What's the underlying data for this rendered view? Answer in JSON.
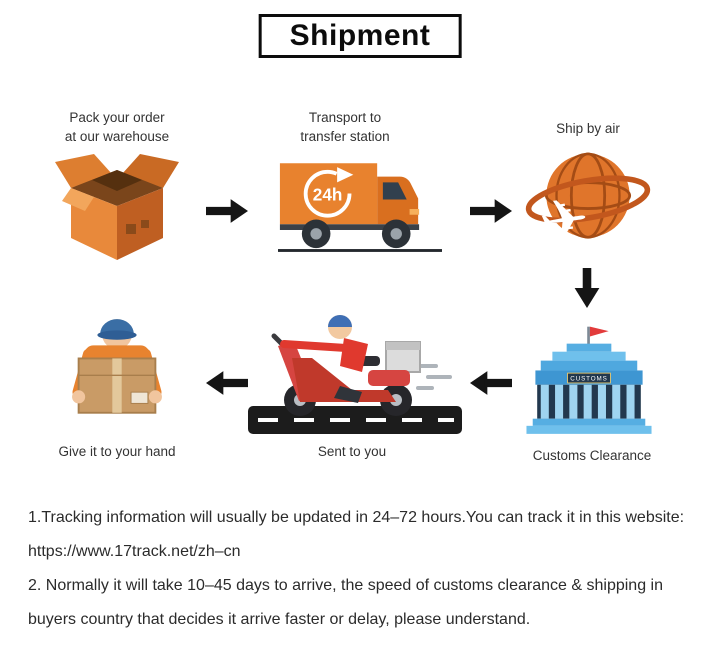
{
  "title": "Shipment",
  "steps": {
    "pack": {
      "label": "Pack your order\nat our warehouse"
    },
    "transport": {
      "label": "Transport to\ntransfer station",
      "badge": "24h"
    },
    "air": {
      "label": "Ship by air"
    },
    "customs": {
      "label": "Customs Clearance",
      "sign": "CUSTOMS"
    },
    "sent": {
      "label": "Sent to you"
    },
    "hand": {
      "label": "Give it to your hand"
    }
  },
  "icons": {
    "airplane": "✈"
  },
  "notes": {
    "line1": "1.Tracking information will usually be updated in 24–72 hours.You can track it in this website:",
    "line2": "https://www.17track.net/zh–cn",
    "line3": "2. Normally it will take 10–45 days to arrive, the speed of customs clearance & shipping in",
    "line4": "buyers country that decides it arrive faster or delay, please understand."
  },
  "colors": {
    "accent_orange": "#E8822E",
    "building_blue": "#56AEE2",
    "scooter_red": "#D64541",
    "arrow_black": "#151515"
  }
}
